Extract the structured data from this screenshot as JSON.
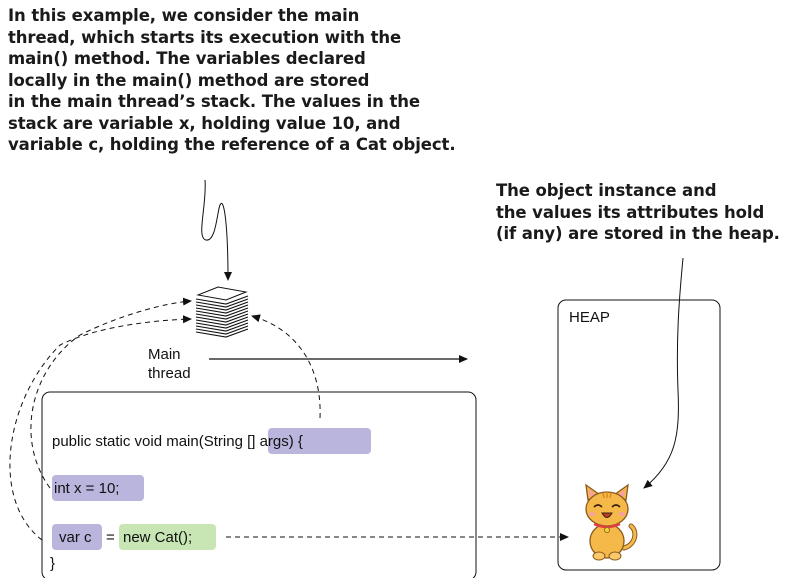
{
  "annotations": {
    "stack_note": [
      "In this example, we consider the main",
      "thread, which starts its execution with the",
      "main() method. The variables declared",
      "locally in the main() method are stored",
      "in the main thread’s stack. The values in the",
      "stack are variable x, holding value 10, and",
      "variable c, holding the reference of a Cat object."
    ],
    "heap_note": [
      "The object instance and",
      "the values its attributes hold",
      "(if any) are stored in the heap."
    ]
  },
  "thread_label": [
    "Main",
    "thread"
  ],
  "heap_label": "HEAP",
  "code": {
    "line1_prefix": "public static void main(",
    "line1_param": "String [] args)",
    "line1_suffix": " {",
    "line2": "int x = 10;",
    "line3_var": "var c",
    "line3_eq": "=",
    "line3_new": "new Cat();",
    "line4": "}"
  },
  "colors": {
    "variable_highlight": "#b9b5dc",
    "object_highlight": "#c8e6b4",
    "cat_fur": "#f5b94a",
    "cat_outline": "#8a5a1e"
  },
  "icons": [
    "stack-icon",
    "cat-icon"
  ]
}
